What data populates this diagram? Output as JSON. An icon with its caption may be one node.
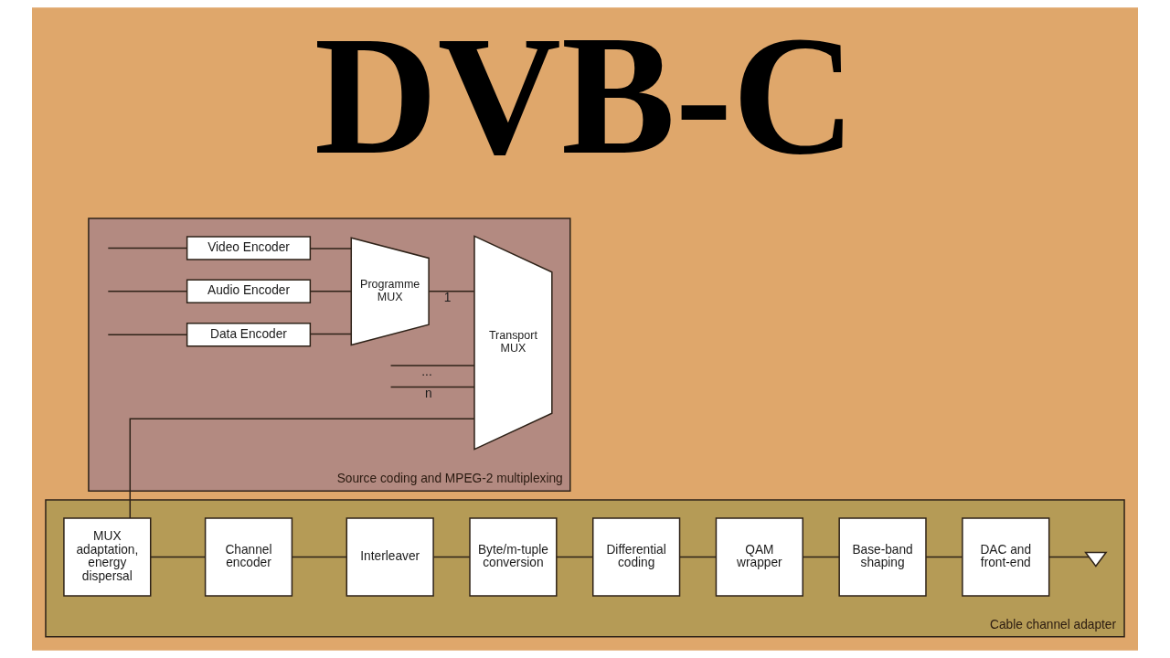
{
  "diagram": {
    "title": "DVB-C",
    "nodes": [
      {
        "text": [
          "Source coding and MPEG-2 multiplexing"
        ]
      },
      {
        "text": [
          "Video Encoder"
        ],
        "in": 0
      },
      {
        "text": [
          "Audio Encoder"
        ],
        "in": 0
      },
      {
        "text": [
          "Data Encoder"
        ],
        "in": 0
      },
      {
        "text": [
          "Programme MUX"
        ],
        "in": 0
      },
      {
        "text": [
          "Transport MUX"
        ],
        "in": 0
      },
      {
        "text": [
          "Cable channel adapter"
        ]
      },
      {
        "text": [
          "MUX adaptation, energy dispersal"
        ],
        "in": 6
      },
      {
        "text": [
          "Channel encoder"
        ],
        "in": 6
      },
      {
        "text": [
          "Interleaver"
        ],
        "in": 6
      },
      {
        "text": [
          "Byte/m-tuple conversion"
        ],
        "in": 6
      },
      {
        "text": [
          "Differential coding"
        ],
        "in": 6
      },
      {
        "text": [
          "QAM wrapper"
        ],
        "in": 6
      },
      {
        "text": [
          "Base-band shaping"
        ],
        "in": 6
      },
      {
        "text": [
          "DAC and front-end"
        ],
        "in": 6
      },
      {
        "text": [],
        "shape": "triangle",
        "in": 6
      }
    ],
    "edges": [
      {
        "from": null,
        "to": 1,
        "arrow": "none"
      },
      {
        "from": null,
        "to": 2,
        "arrow": "none"
      },
      {
        "from": null,
        "to": 3,
        "arrow": "none"
      },
      {
        "from": 1,
        "to": 4,
        "arrow": "none"
      },
      {
        "from": 2,
        "to": 4,
        "arrow": "none"
      },
      {
        "from": 3,
        "to": 4,
        "arrow": "none"
      },
      {
        "from": 4,
        "to": 5,
        "label": "1",
        "arrow": "none"
      },
      {
        "from": null,
        "to": 5,
        "label": "...",
        "arrow": "none"
      },
      {
        "from": null,
        "to": 5,
        "label": "n",
        "arrow": "none"
      },
      {
        "from": 5,
        "to": 7,
        "arrow": "none"
      },
      {
        "from": 7,
        "to": 8,
        "arrow": "none"
      },
      {
        "from": 8,
        "to": 9,
        "arrow": "none"
      },
      {
        "from": 9,
        "to": 10,
        "arrow": "none"
      },
      {
        "from": 10,
        "to": 11,
        "arrow": "none"
      },
      {
        "from": 11,
        "to": 12,
        "arrow": "none"
      },
      {
        "from": 12,
        "to": 13,
        "arrow": "none"
      },
      {
        "from": 13,
        "to": 14,
        "arrow": "none"
      },
      {
        "from": 14,
        "to": 15,
        "arrow": "none"
      }
    ]
  }
}
